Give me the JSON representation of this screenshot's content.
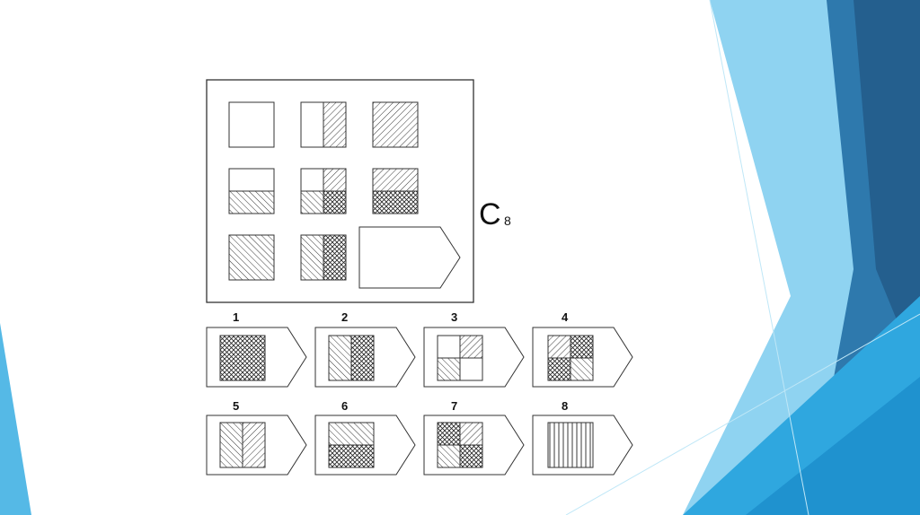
{
  "slide": {
    "test_label": "C",
    "test_number": "8",
    "answer_numbers": [
      "1",
      "2",
      "3",
      "4",
      "5",
      "6",
      "7",
      "8"
    ]
  },
  "colors": {
    "decor_light": "#7ecff0",
    "decor_mid": "#3aa7dd",
    "decor_dark": "#2d74a8"
  }
}
